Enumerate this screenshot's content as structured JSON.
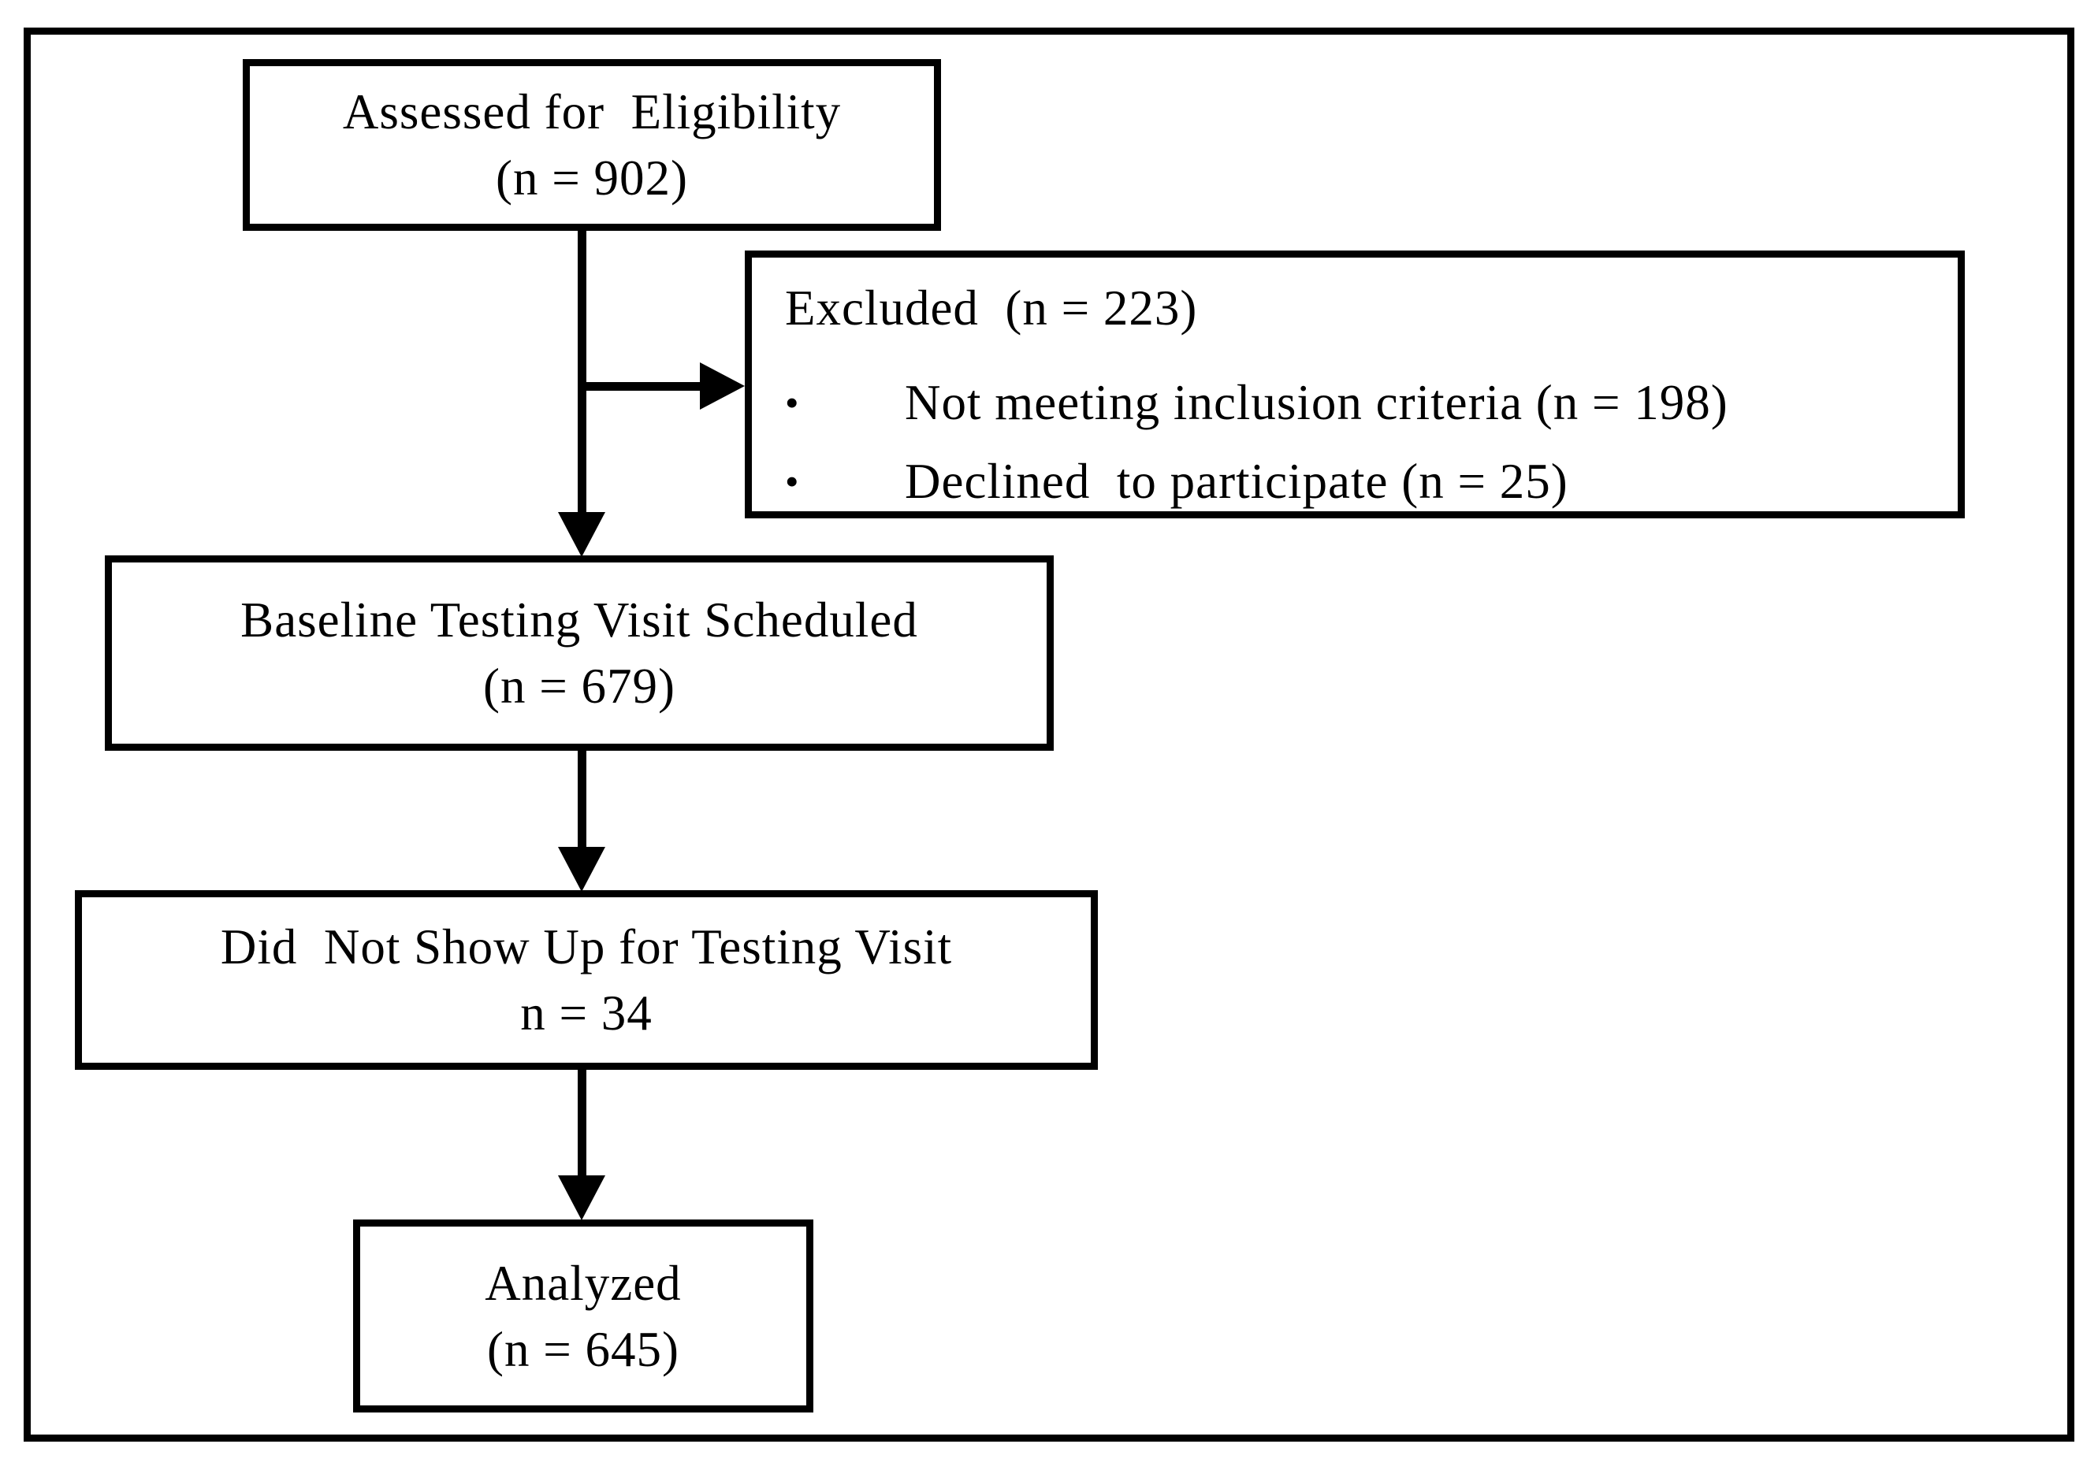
{
  "flowchart": {
    "boxes": {
      "assessed": {
        "line1": "Assessed for  Eligibility",
        "line2": "(n = 902)"
      },
      "excluded": {
        "title": "Excluded  (n = 223)",
        "bullet_char": "•",
        "bullets": [
          "Not meeting inclusion criteria (n = 198)",
          "Declined  to participate (n = 25)"
        ]
      },
      "baseline": {
        "line1": "Baseline Testing Visit Scheduled",
        "line2": "(n = 679)"
      },
      "no_show": {
        "line1": "Did  Not Show Up for Testing Visit",
        "line2": "n = 34"
      },
      "analyzed": {
        "line1": "Analyzed",
        "line2": "(n = 645)"
      }
    },
    "colors": {
      "ink": "#000000",
      "background": "#ffffff"
    }
  }
}
